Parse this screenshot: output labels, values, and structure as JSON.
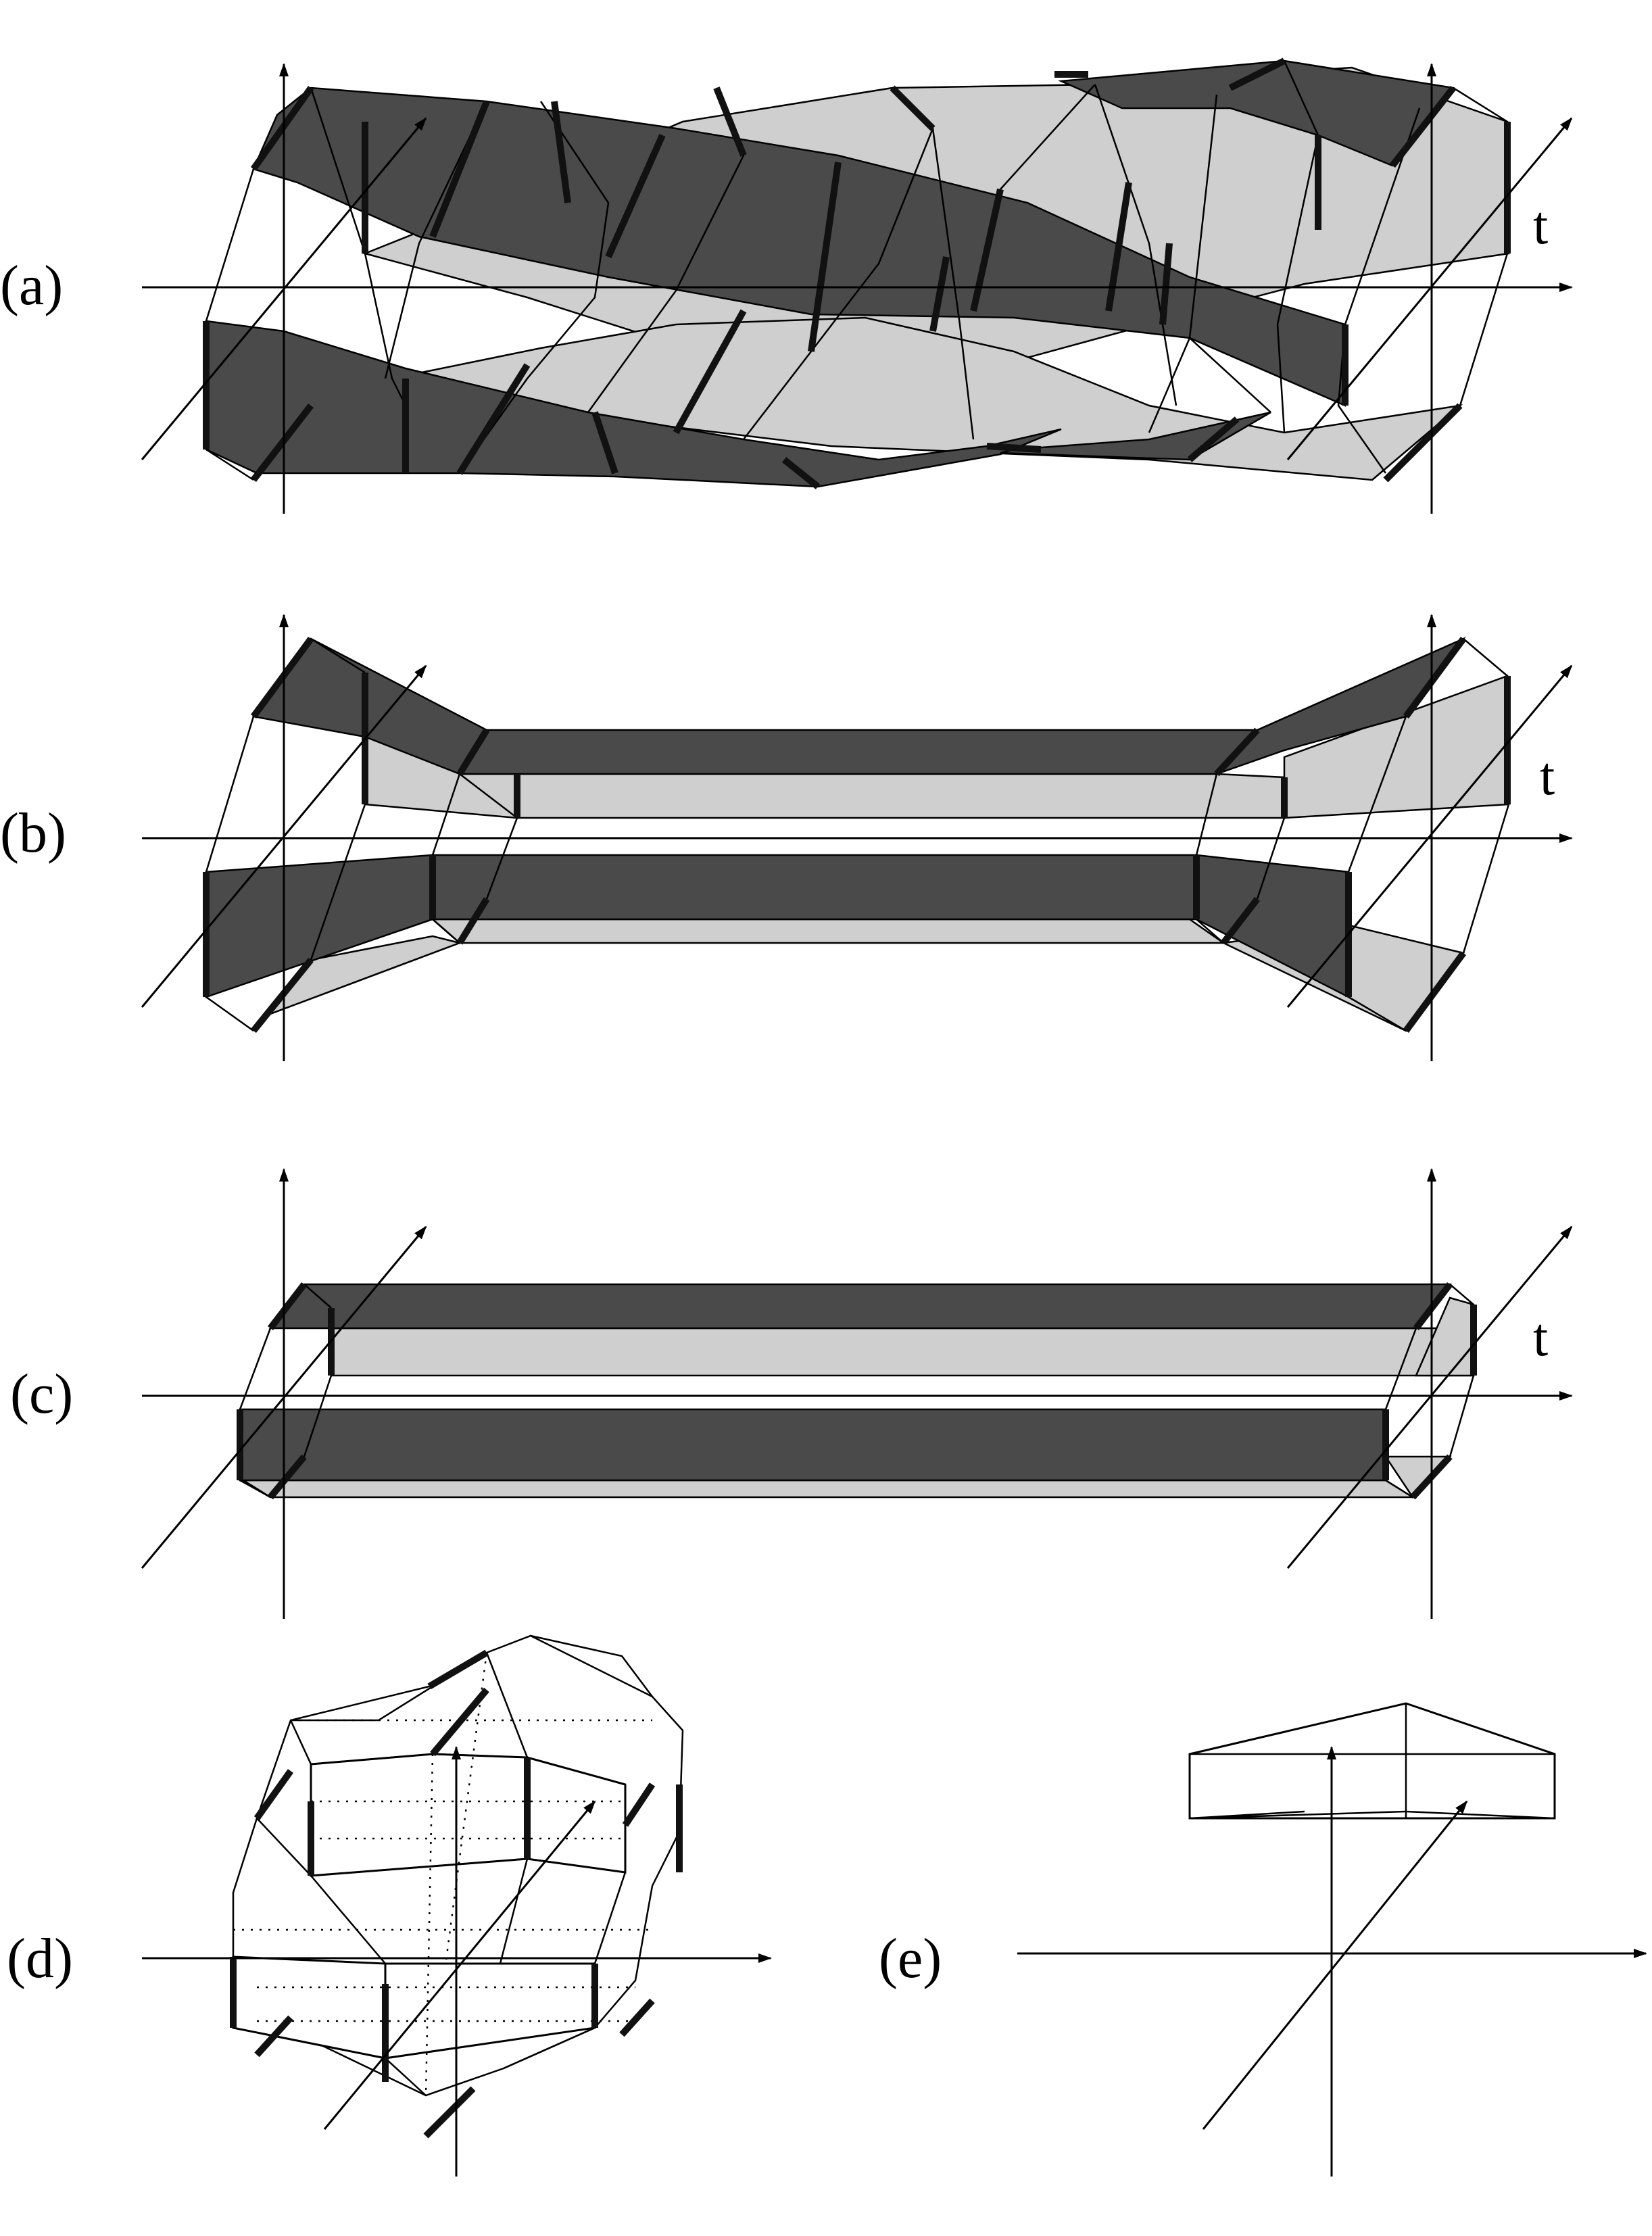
{
  "panels": {
    "a": {
      "label": "(a)",
      "t_label": "t"
    },
    "b": {
      "label": "(b)",
      "t_label": "t"
    },
    "c": {
      "label": "(c)",
      "t_label": "t"
    },
    "d": {
      "label": "(d)"
    },
    "e": {
      "label": "(e)"
    }
  },
  "colors": {
    "dark": "#4a4a4a",
    "light": "#cfcfcf",
    "line": "#000000"
  }
}
